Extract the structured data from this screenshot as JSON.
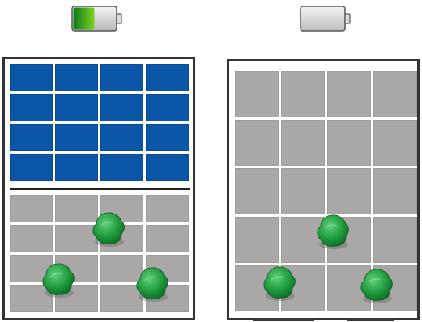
{
  "battery_left": {
    "charge_fraction": 0.5,
    "state": "partially-charged",
    "charge_color": "#1a9b2a"
  },
  "battery_right": {
    "charge_fraction": 0.0,
    "state": "empty"
  },
  "left_panel": {
    "solar_grid": {
      "rows": 4,
      "cols": 4,
      "color": "#0b56a6"
    },
    "ground_grid": {
      "rows": 4,
      "cols": 4,
      "color": "#a9a8a6"
    },
    "plants": 3
  },
  "right_panel": {
    "ground_grid": {
      "rows": 5,
      "cols": 4,
      "color": "#a9a8a6"
    },
    "plants": 3
  },
  "colors": {
    "plant": "#1f9a3c",
    "frame": "#333333"
  }
}
